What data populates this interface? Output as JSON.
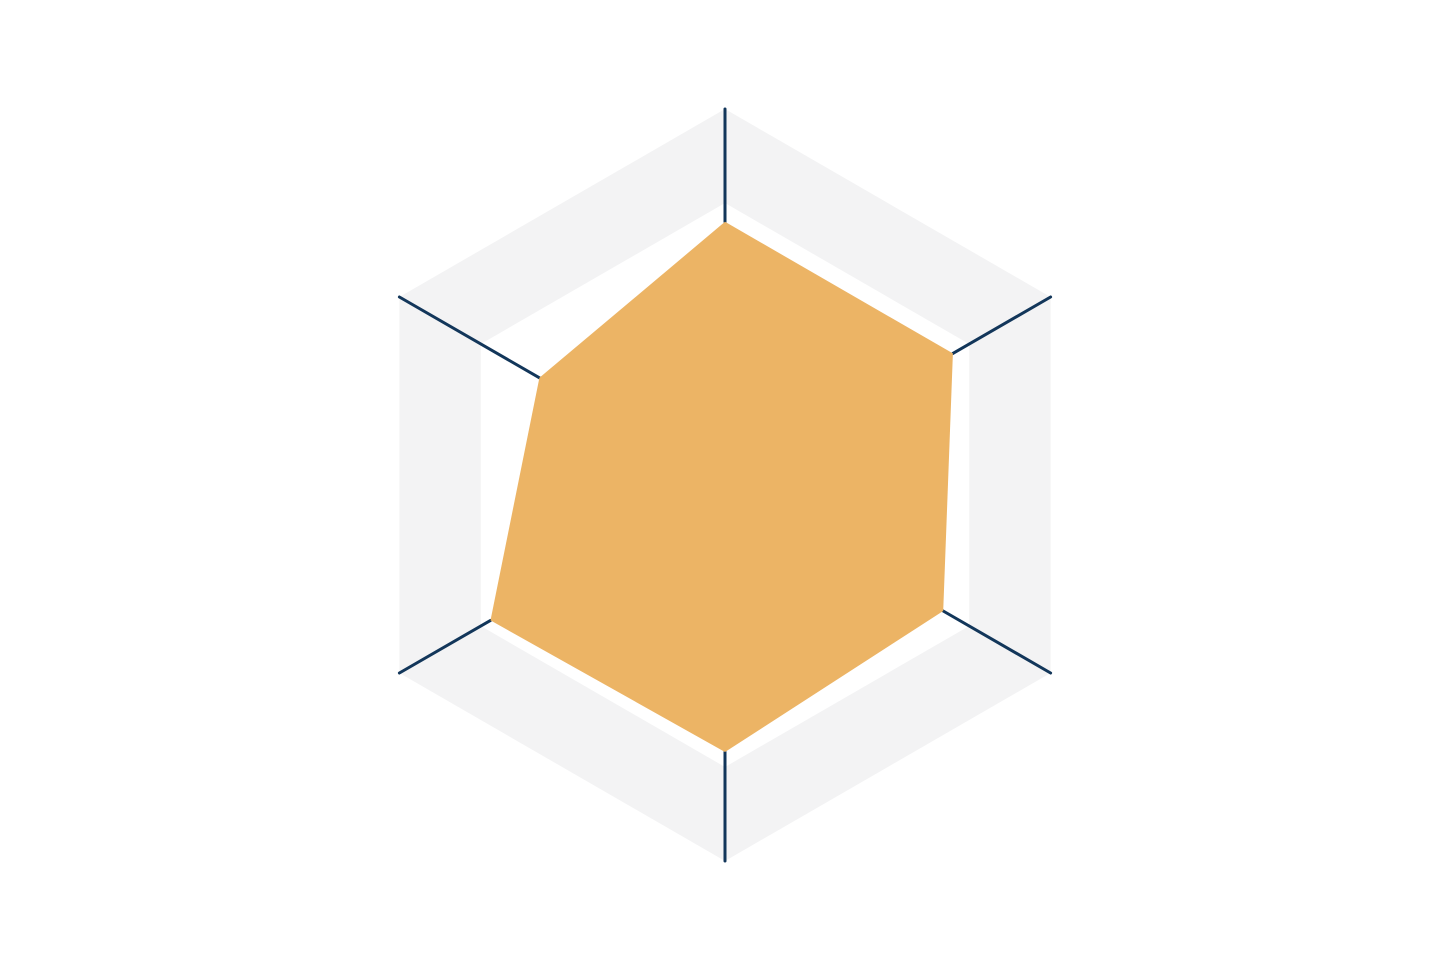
{
  "chart_data": {
    "type": "radar",
    "axes_count": 6,
    "r_range": [
      0,
      1
    ],
    "grid_levels": [
      0.5,
      0.75,
      1.0
    ],
    "grid_band_fill": true,
    "legend": "none",
    "series": [
      {
        "values": [
          0.7,
          0.7,
          0.67,
          0.71,
          0.72,
          0.57
        ]
      }
    ]
  },
  "colors": {
    "background": "#ffffff",
    "grid_band": "#f3f3f4",
    "axis_line": "#12365a",
    "series_fill": "#ecb465"
  }
}
